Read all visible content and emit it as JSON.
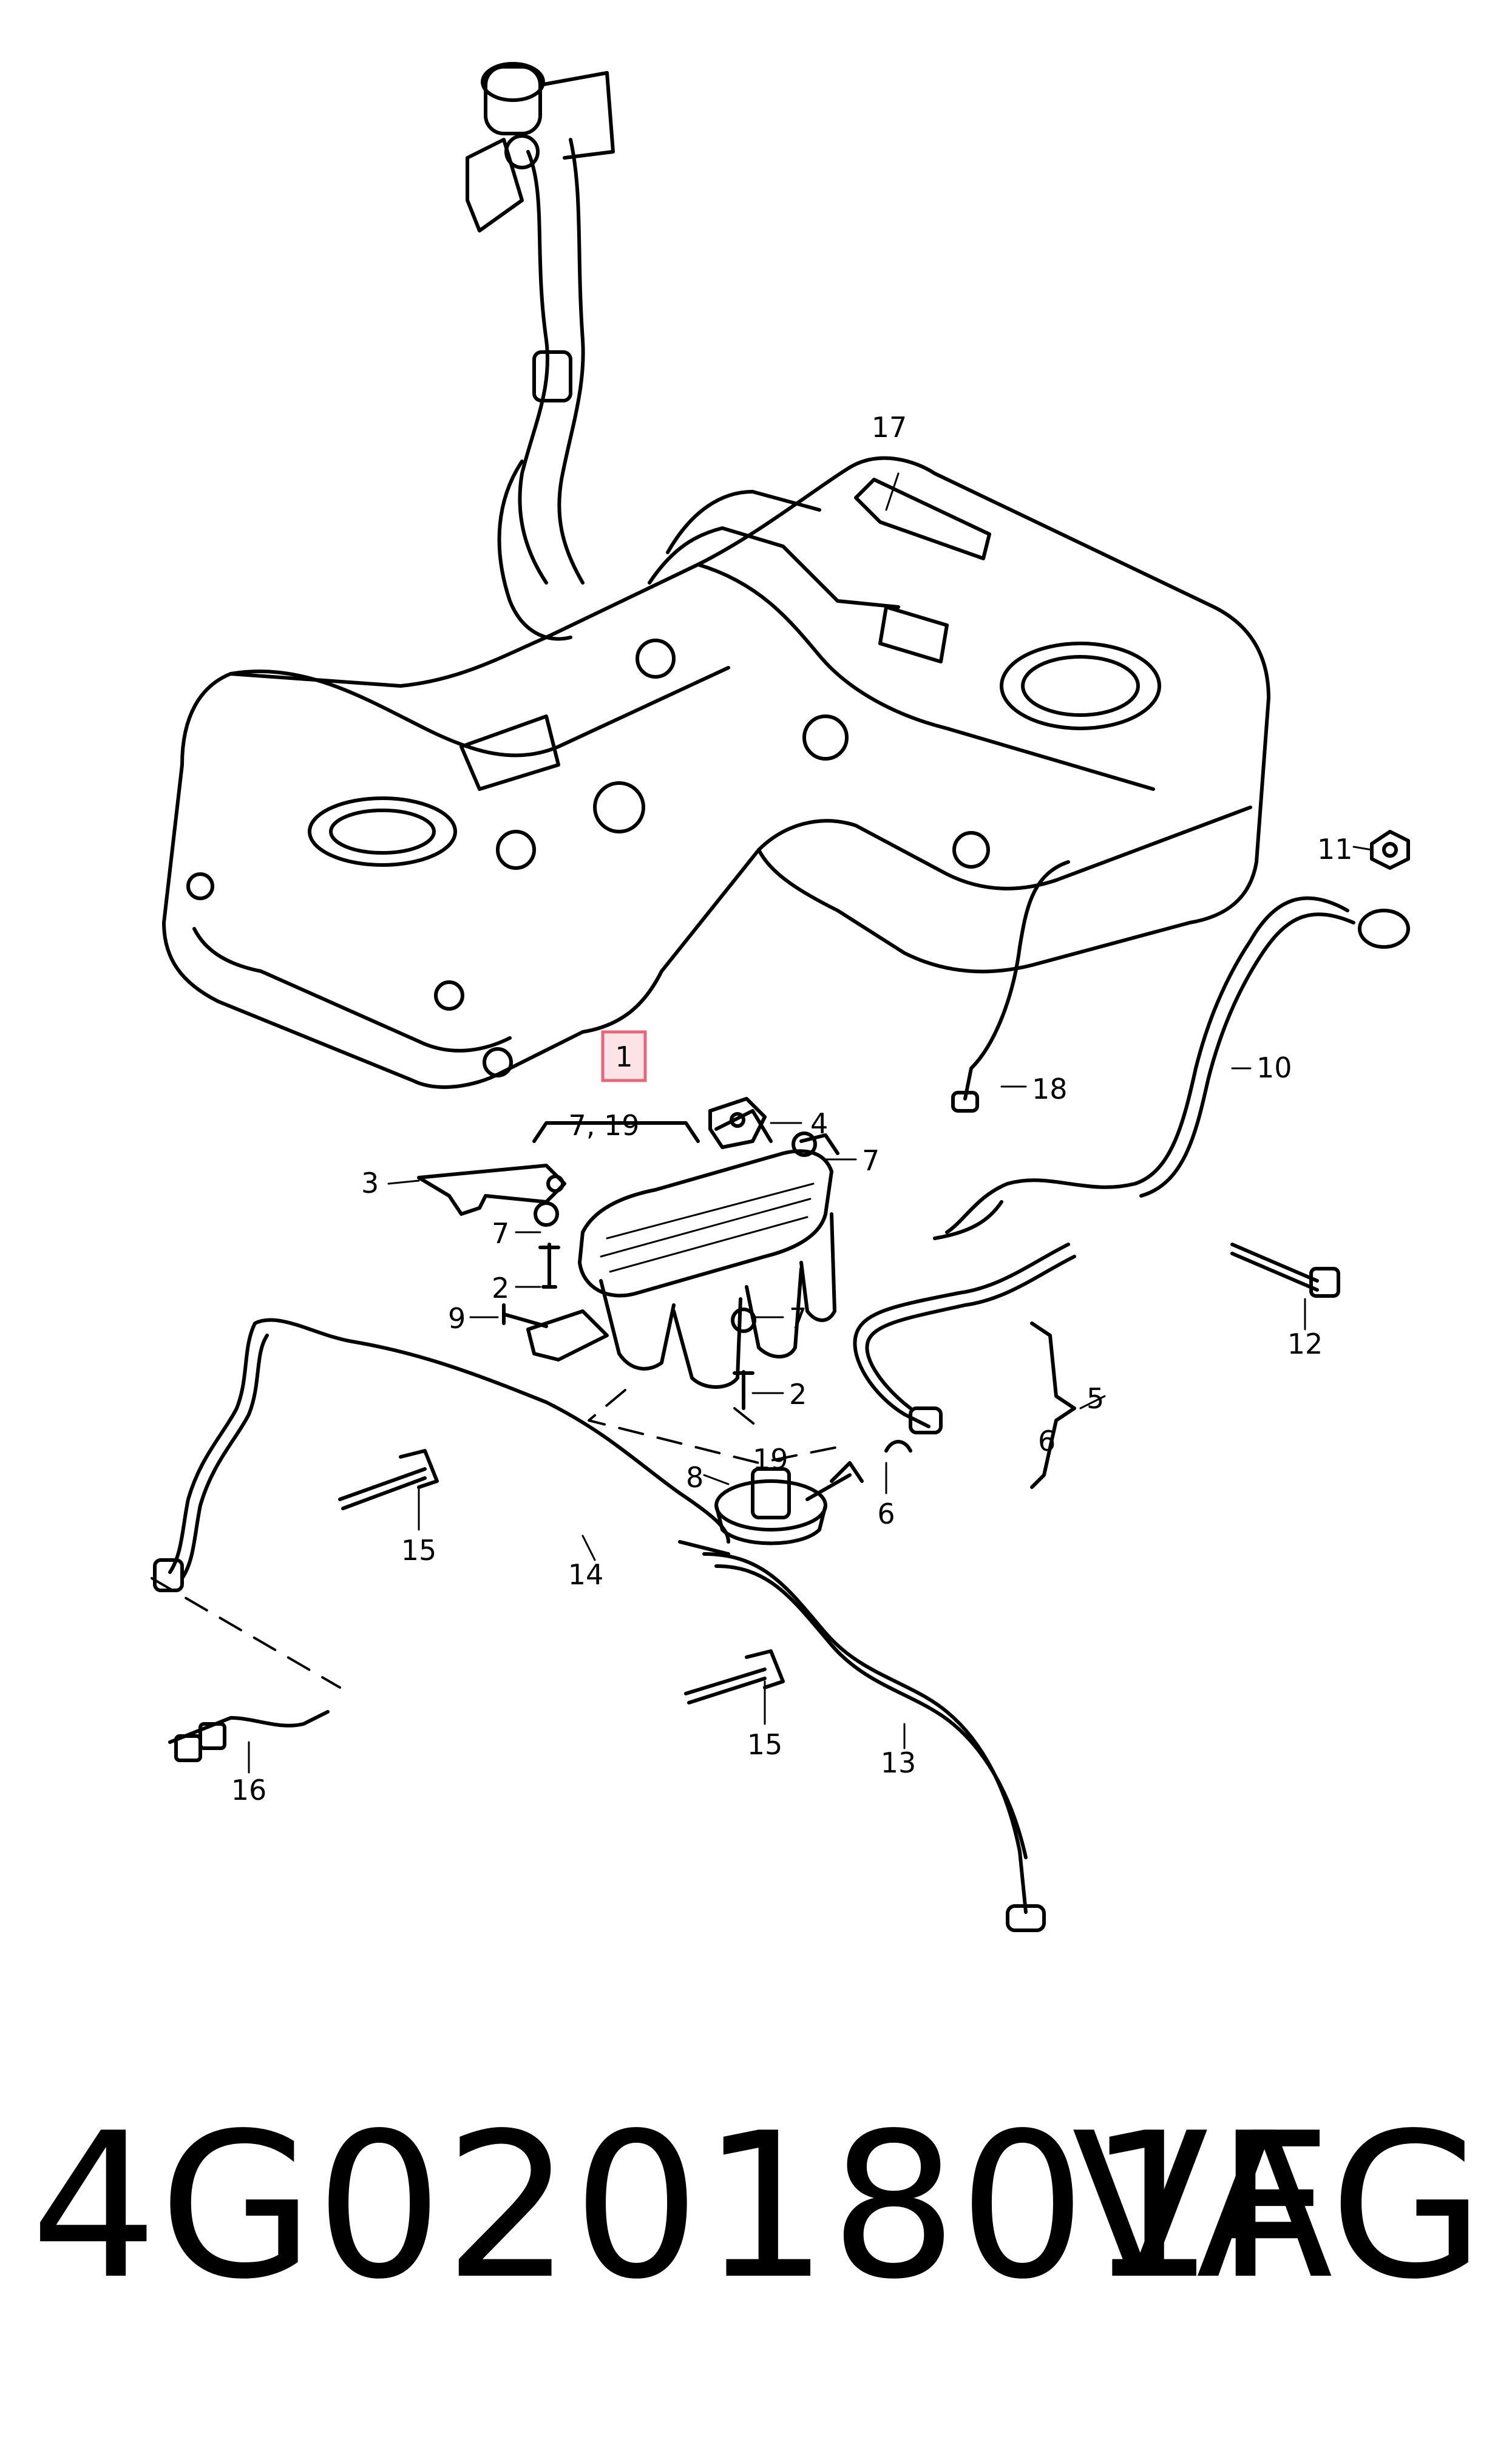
{
  "callouts": {
    "c1": "1",
    "c2a": "2",
    "c2b": "2",
    "c3": "3",
    "c4": "4",
    "c5": "5",
    "c6a": "6",
    "c6b": "6",
    "c7a": "7",
    "c7b": "7",
    "c7c": "7",
    "c7_19": "7, 19",
    "c8": "8",
    "c9": "9",
    "c10": "10",
    "c11": "11",
    "c12": "12",
    "c13": "13",
    "c14": "14",
    "c15a": "15",
    "c15b": "15",
    "c16": "16",
    "c17": "17",
    "c18": "18",
    "c19": "19"
  },
  "highlight_color": "#e6677a",
  "footer": {
    "part_number": "4G0201801F",
    "brand": "VAG"
  }
}
